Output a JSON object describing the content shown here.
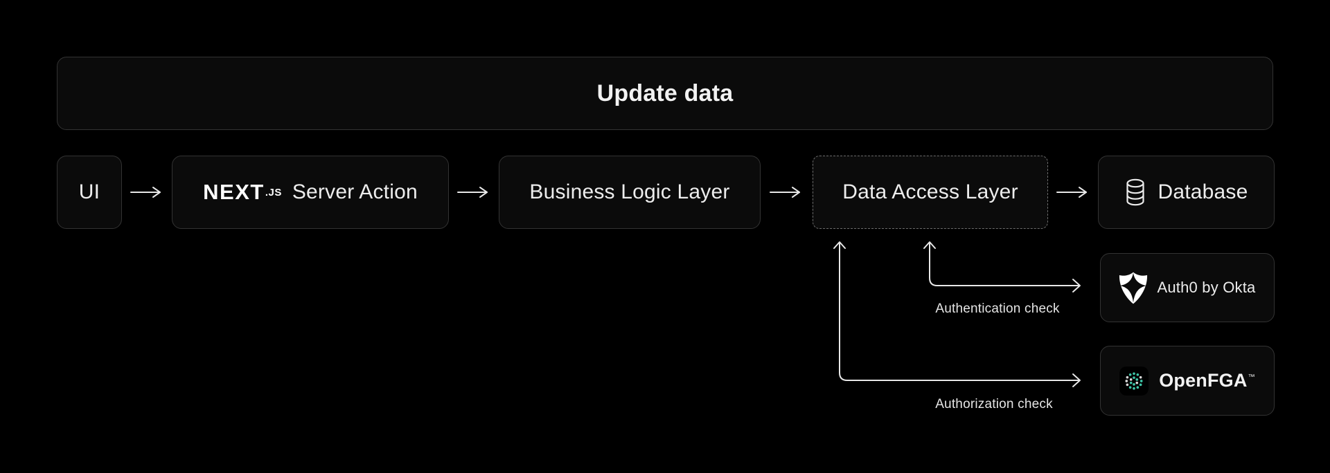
{
  "page": {
    "background": "#000000",
    "title": "Update data"
  },
  "flow": {
    "nodes": [
      {
        "id": "ui",
        "label": "UI"
      },
      {
        "id": "nextjs-server-action",
        "brand": "NEXT",
        "brand_suffix": ".JS",
        "label": "Server Action"
      },
      {
        "id": "business-logic-layer",
        "label": "Business Logic Layer"
      },
      {
        "id": "data-access-layer",
        "label": "Data Access Layer",
        "border_style": "dashed"
      },
      {
        "id": "database",
        "label": "Database",
        "icon": "database-cylinder-icon"
      }
    ],
    "connector": "arrow-right-icon"
  },
  "services": [
    {
      "id": "auth0",
      "label": "Auth0 by Okta",
      "icon": "auth0-shield-icon"
    },
    {
      "id": "openfga",
      "label": "OpenFGA",
      "trademark": "™",
      "icon": "openfga-dots-icon"
    }
  ],
  "annotations": [
    {
      "id": "authentication-check",
      "label": "Authentication check"
    },
    {
      "id": "authorization-check",
      "label": "Authorization check"
    }
  ],
  "colors": {
    "background": "#000000",
    "box_fill": "#0b0b0b",
    "box_border": "#333333",
    "dashed_border": "#6e6e6e",
    "text": "#ededed",
    "arrow": "#e8e8e8",
    "openfga_teal": "#3ec6a8",
    "openfga_dot_white": "#d9d9d9"
  }
}
